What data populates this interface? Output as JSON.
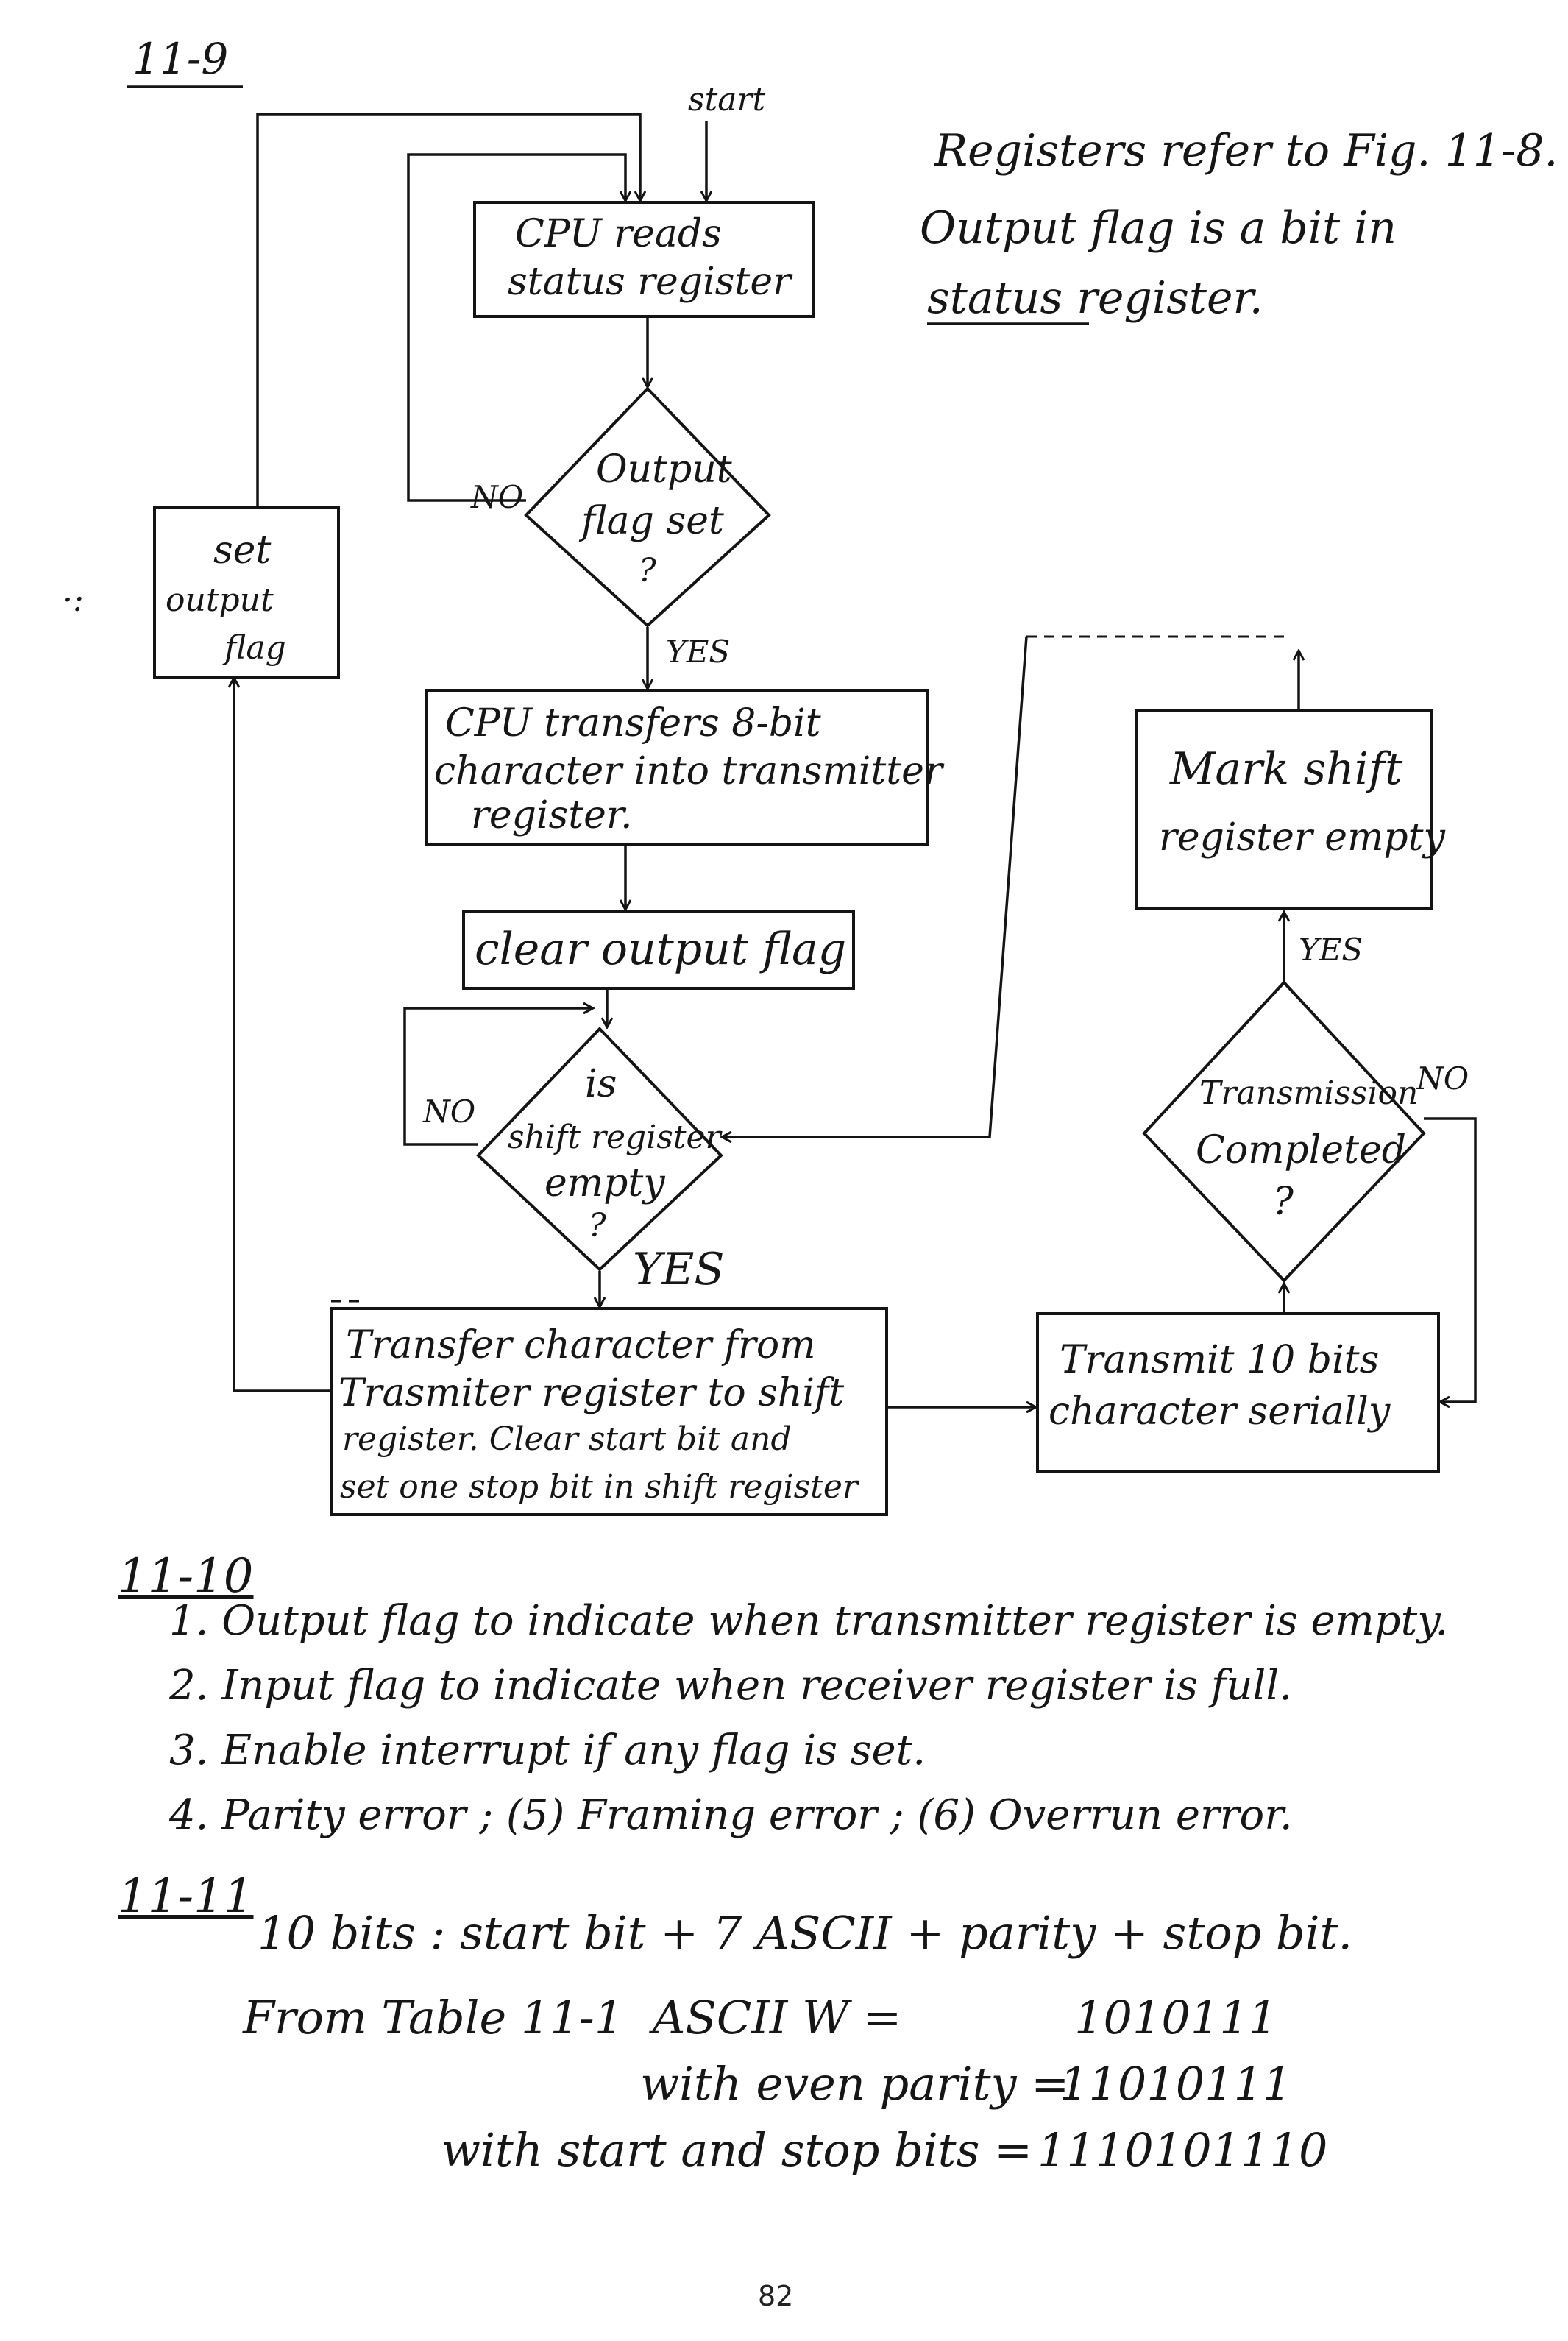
{
  "section_11_9": {
    "title": "11-9",
    "note_lines": [
      "Registers refer to Fig. 11-8.",
      "Output flag is a bit in",
      "status register."
    ],
    "start_label": "start",
    "box_read_status": [
      "CPU reads",
      "status register"
    ],
    "diamond_output_flag": [
      "Output",
      "flag set",
      "?"
    ],
    "box_set_output_flag": [
      "set",
      "output",
      "flag"
    ],
    "box_transfer_8bit": [
      "CPU transfers 8-bit",
      "character into transmitter",
      "register."
    ],
    "box_clear_flag": [
      "clear output flag"
    ],
    "diamond_shift_empty": [
      "is",
      "shift register",
      "empty",
      "?"
    ],
    "box_transfer_to_shift": [
      "Transfer character from",
      "Trasmiter register to shift",
      "register. Clear start bit and",
      "set one stop bit in shift register"
    ],
    "box_transmit": [
      "Transmit 10 bits",
      "character serially"
    ],
    "diamond_transmission": [
      "Transmission",
      "Completed",
      "?"
    ],
    "box_mark_empty": [
      "Mark shift",
      "register empty"
    ],
    "labels": {
      "no": "NO",
      "yes": "YES"
    }
  },
  "section_11_10": {
    "title": "11-10",
    "items": [
      "1. Output flag to indicate when transmitter register is empty.",
      "2. Input flag to indicate when receiver register is full.",
      "3. Enable interrupt if any flag is set.",
      "4. Parity error ; (5) Framing error ; (6) Overrun error."
    ]
  },
  "section_11_11": {
    "title": "11-11",
    "line1": "10 bits : start bit + 7 ASCII + parity + stop bit.",
    "line2_label": "From Table 11-1  ASCII W =",
    "line2_value": "1010111",
    "line3_label": "with even parity =",
    "line3_value": "11010111",
    "line4_label": "with start and stop bits =",
    "line4_value": "1110101110"
  },
  "page_number": "82"
}
